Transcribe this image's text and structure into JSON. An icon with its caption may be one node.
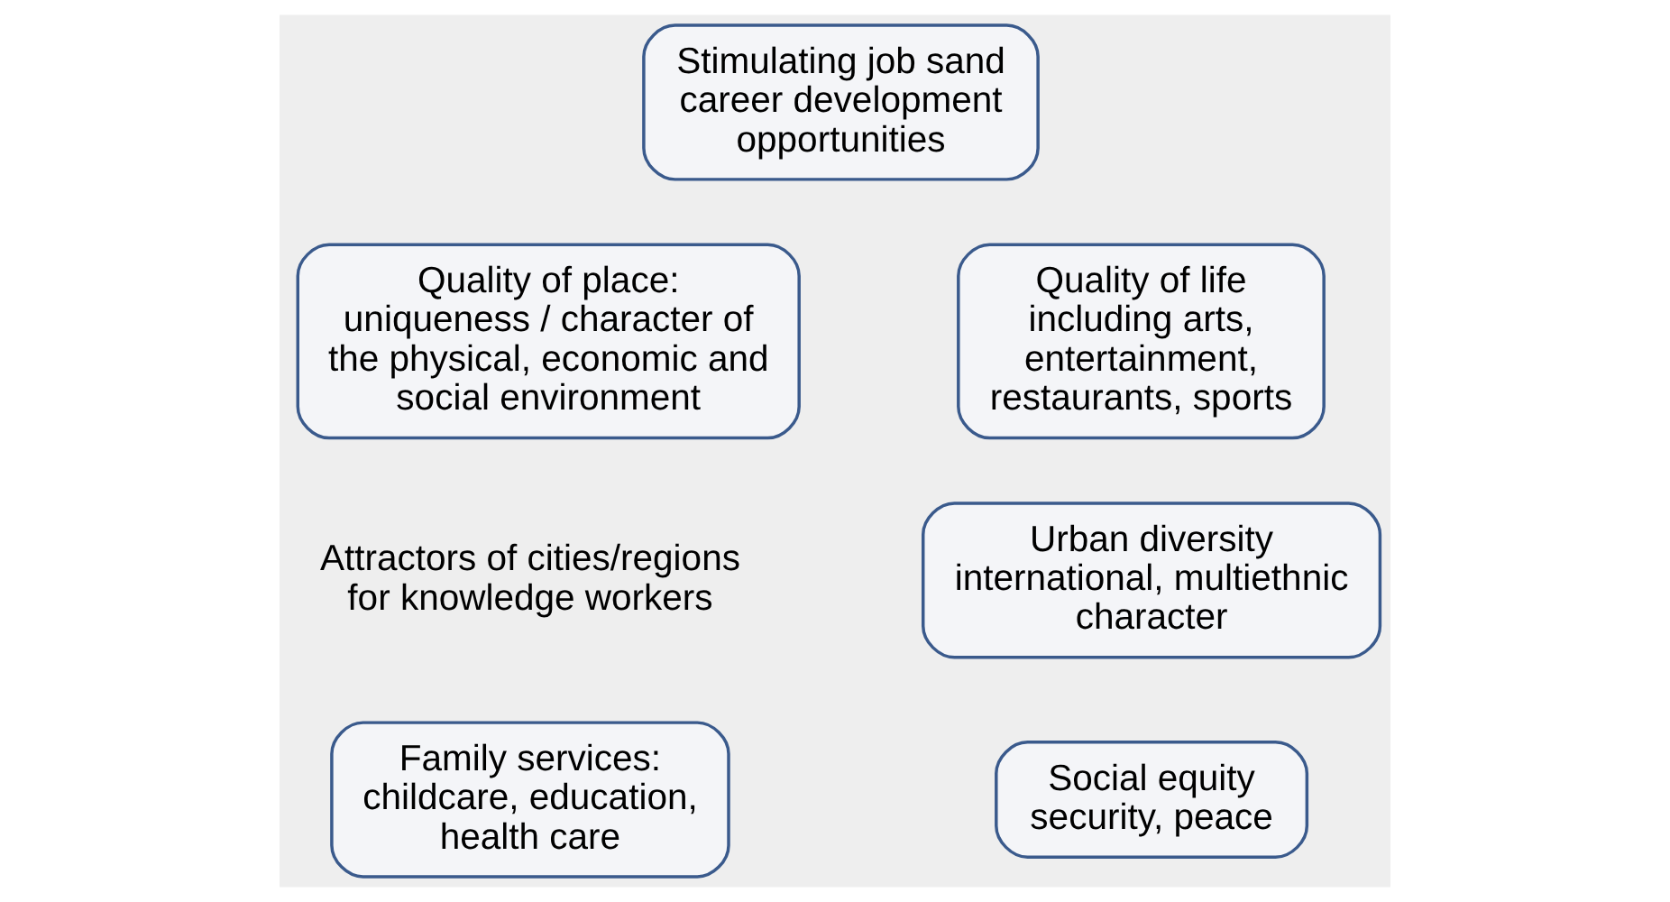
{
  "diagram": {
    "nodes": [
      {
        "text": [
          "Stimulating job sand career development opportunities"
        ]
      },
      {
        "text": [
          "Quality of place: uniqueness / character of the physical, economic and social environment"
        ]
      },
      {
        "text": [
          "Quality of life including arts, entertainment, restaurants, sports"
        ]
      },
      {
        "text": [
          "Urban diversity international, multiethnic character"
        ]
      },
      {
        "text": [
          "Family services: childcare, education, health care"
        ]
      },
      {
        "text": [
          "Social equity security, peace"
        ]
      }
    ],
    "edges": [],
    "labels": [
      "Attractors of cities/regions for knowledge workers"
    ]
  }
}
